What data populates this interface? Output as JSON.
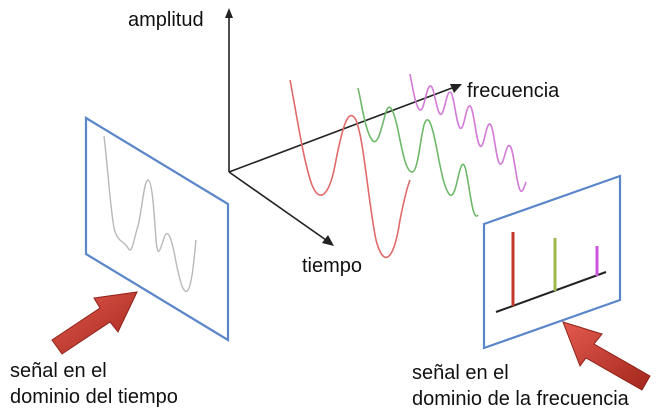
{
  "axes": {
    "amplitude_label": "amplitud",
    "frequency_label": "frecuencia",
    "time_label": "tiempo"
  },
  "captions": {
    "time_domain": {
      "line1": "señal en el",
      "line2": "dominio del tiempo"
    },
    "frequency_domain": {
      "line1": "señal en el",
      "line2": "dominio de la frecuencia"
    }
  },
  "colors": {
    "panel_border": "#5b86c9",
    "axis": "#222222",
    "arrow": "#c0392b",
    "time_signal": "#b8b8b8",
    "wave_red": "#e06a6a",
    "wave_green": "#6fb86a",
    "wave_purple": "#d27ad8",
    "bar_red": "#c0392b",
    "bar_green": "#9fb84a",
    "bar_purple": "#cc55dd"
  },
  "icons": {
    "pointer_arrows": "arrow-icon"
  }
}
